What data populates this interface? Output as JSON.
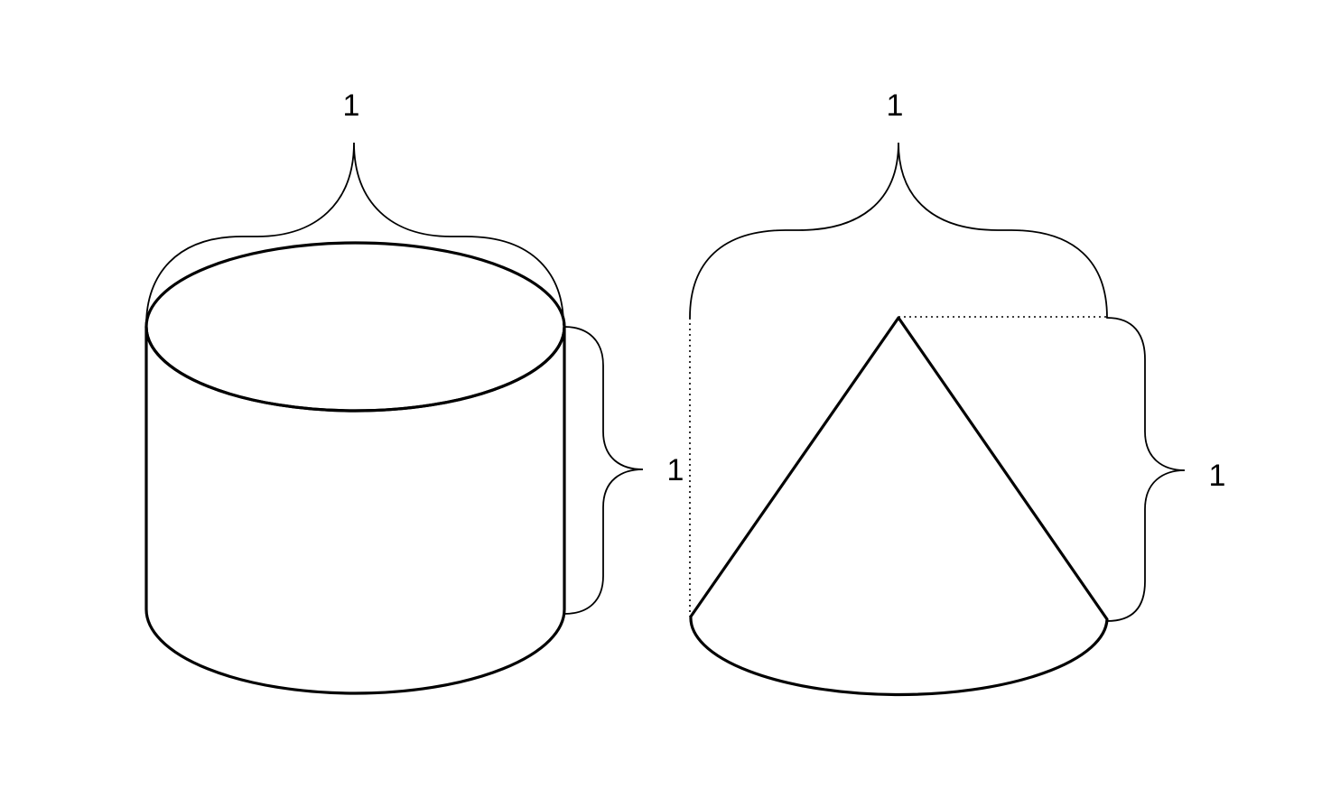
{
  "cylinder": {
    "diameter_label": "1",
    "height_label": "1"
  },
  "cone": {
    "diameter_label": "1",
    "height_label": "1"
  },
  "colors": {
    "shade_dark": "#a8a8a8",
    "shade_light": "#f2f2f2",
    "stroke": "#000000"
  }
}
